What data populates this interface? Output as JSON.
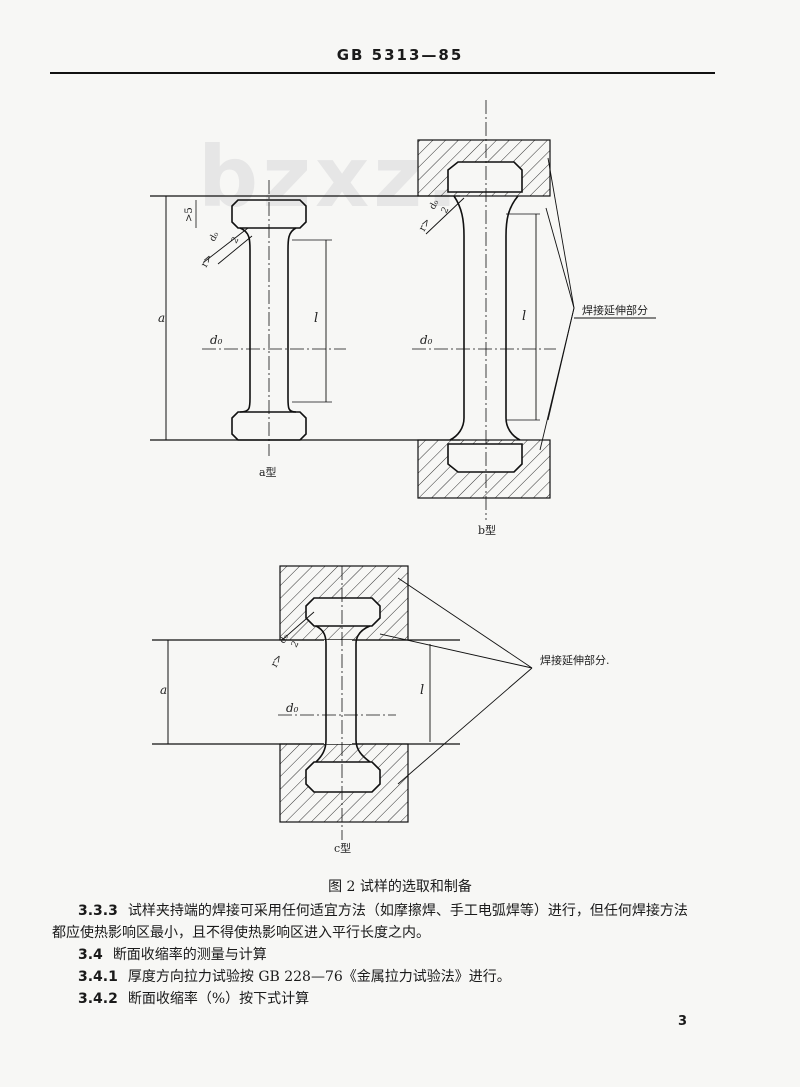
{
  "header": {
    "standard_code": "GB 5313—85"
  },
  "watermark": "bzxz.",
  "figure": {
    "label_a": "a型",
    "label_b": "b型",
    "label_c": "c型",
    "weld_label_b": "焊接延伸部分",
    "weld_label_c": "焊接延伸部分.",
    "dim_a": "a",
    "dim_l": "l",
    "dim_d0": "d₀",
    "dim_ge5": ">5",
    "dim_r": "r>",
    "dim_frac_num": "d₀",
    "dim_frac_den": "2",
    "caption": "图 2   试样的选取和制备"
  },
  "body": {
    "s333_num": "3.3.3",
    "s333_line1": "试样夹持端的焊接可采用任何适宜方法（如摩擦焊、手工电弧焊等）进行，但任何焊接方法",
    "s333_line2": "都应使热影响区最小，且不得使热影响区进入平行长度之内。",
    "s34_num": "3.4",
    "s34_text": "断面收缩率的测量与计算",
    "s341_num": "3.4.1",
    "s341_text": "厚度方向拉力试验按 GB 228—76《金属拉力试验法》进行。",
    "s342_num": "3.4.2",
    "s342_text": "断面收缩率（%）按下式计算"
  },
  "page_number": "3"
}
